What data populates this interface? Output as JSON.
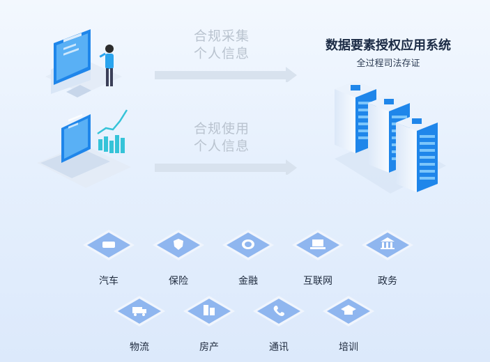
{
  "flows": [
    {
      "line1": "合规采集",
      "line2": "个人信息"
    },
    {
      "line1": "合规使用",
      "line2": "个人信息"
    }
  ],
  "system": {
    "title": "数据要素授权应用系统",
    "subtitle": "全过程司法存证"
  },
  "industries_row1": [
    {
      "label": "汽车",
      "icon": "car-icon"
    },
    {
      "label": "保险",
      "icon": "shield-icon"
    },
    {
      "label": "金融",
      "icon": "coin-icon"
    },
    {
      "label": "互联网",
      "icon": "laptop-icon"
    },
    {
      "label": "政务",
      "icon": "government-icon"
    }
  ],
  "industries_row2": [
    {
      "label": "物流",
      "icon": "truck-icon"
    },
    {
      "label": "房产",
      "icon": "building-icon"
    },
    {
      "label": "通讯",
      "icon": "phone-icon"
    },
    {
      "label": "培训",
      "icon": "graduation-cap-icon"
    }
  ],
  "colors": {
    "accent": "#1e7fe8",
    "tile": "#8fb6ef",
    "label": "#b9c3cf"
  }
}
